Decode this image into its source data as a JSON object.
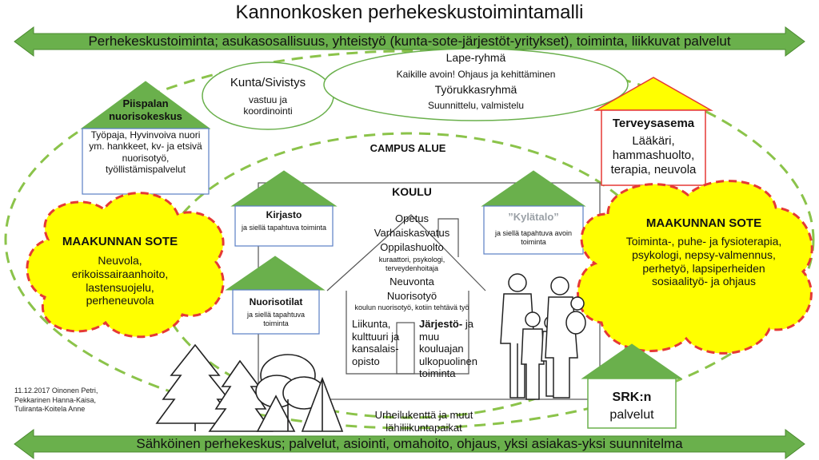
{
  "title": "Kannonkosken perhekeskustoimintamalli",
  "top_band": "Perhekeskustoiminta; asukasosallisuus, yhteistyö (kunta-sote-järjestöt-yritykset), toiminta, liikkuvat palvelut",
  "bottom_band": "Sähköinen perhekeskus; palvelut, asiointi, omahoito, ohjaus, yksi asiakas-yksi suunnitelma",
  "kunta": {
    "title": "Kunta/Sivistys",
    "text": "vastuu ja koordinointi"
  },
  "lape": {
    "title": "Lape-ryhmä",
    "text": "Kaikille avoin! Ohjaus ja kehittäminen",
    "title2": "Työrukkasryhmä",
    "text2": "Suunnittelu, valmistelu"
  },
  "piispala": {
    "title": "Piispalan nuorisokeskus",
    "text": "Työpaja, Hyvinvoiva nuori ym. hankkeet, kv- ja etsivä nuorisotyö, työllistämispalvelut"
  },
  "terveysasema": {
    "title": "Terveysasema",
    "text": "Lääkäri, hammashuolto, terapia, neuvola"
  },
  "campus": "CAMPUS ALUE",
  "koulu": "KOULU",
  "kirjasto": {
    "title": "Kirjasto",
    "text": "ja siellä tapahtuva toiminta"
  },
  "kylatalo": {
    "title": "”Kylätalo”",
    "text": "ja siellä tapahtuva avoin toiminta"
  },
  "nuorisotilat": {
    "title": "Nuorisotilat",
    "text": "ja siellä tapahtuva toiminta"
  },
  "center": {
    "opetus": "Opetus",
    "varhais": "Varhaiskasvatus",
    "oppilas": "Oppilashuolto",
    "oppilas_sub": "kuraattori, psykologi, terveydenhoitaja",
    "neuvonta": "Neuvonta",
    "nuorisotyo": "Nuorisotyö",
    "nuorisotyo_sub": "koulun nuorisotyö, kotiin tehtävä työ",
    "liikunta": "Liikunta, kulttuuri ja kansalais-opisto",
    "jarjesto_bold": "Järjestö-",
    "jarjesto": "ja muu kouluajan ulkopuolinen toiminta"
  },
  "sote_left": {
    "title": "MAAKUNNAN SOTE",
    "text": "Neuvola, erikoissairaanhoito, lastensuojelu, perheneuvola"
  },
  "sote_right": {
    "title": "MAAKUNNAN SOTE",
    "text": "Toiminta-, puhe- ja fysioterapia, psykologi, nepsy-valmennus, perhetyö, lapsiperheiden sosiaalityö- ja ohjaus"
  },
  "srk": {
    "title": "SRK:n",
    "text": "palvelut"
  },
  "urheilu": "Urheilukenttä ja muut lähiliikuntapaikat",
  "credit": [
    "11.12.2017 Oinonen Petri,",
    "Pekkarinen Hanna-Kaisa,",
    "Tuliranta-Koitela Anne"
  ],
  "colors": {
    "green": "#6ab04c",
    "green_dark": "#4a8a2e",
    "dashed": "#8bc34a",
    "yellow": "#ffff00",
    "red": "#e53935",
    "blue": "#5b7fc4",
    "house_line": "#555555"
  }
}
